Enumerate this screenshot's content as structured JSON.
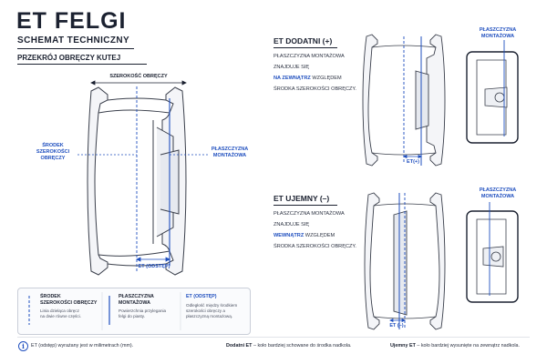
{
  "header": {
    "title": "ET FELGI",
    "subtitle": "SCHEMAT TECHNICZNY",
    "section": "PRZEKRÓJ OBRĘCZY KUTEJ"
  },
  "main_diagram": {
    "width_label": "SZEROKOŚĆ OBRĘCZY",
    "center_label": "ŚRODEK\nSZEROKOŚCI\nOBRĘCZY",
    "mount_label": "PŁASZCZYZNA\nMONTAŻOWA",
    "et_label": "ET (ODSTĘP)"
  },
  "positive": {
    "heading": "ET DODATNI (+)",
    "line1": "PŁASZCZYZNA MONTAŻOWA",
    "line2": "ZNAJDUJE SIĘ",
    "line3_blue": "NA ZEWNĄTRZ",
    "line3_rest": " WZGLĘDEM",
    "line4": "ŚRODKA SZEROKOŚCI OBRĘCZY.",
    "et_label": "ET(+)",
    "thumb_label": "PŁASZCZYZNA\nMONTAŻOWA"
  },
  "negative": {
    "heading": "ET UJEMNY (–)",
    "line1": "PŁASZCZYZNA MONTAŻOWA",
    "line2": "ZNAJDUJE SIĘ",
    "line3_blue": "WEWNĄTRZ",
    "line3_rest": " WZGLĘDEM",
    "line4": "ŚRODKA SZEROKOŚCI OBRĘCZY.",
    "et_label": "ET (–)",
    "thumb_label": "PŁASZCZYZNA\nMONTAŻOWA"
  },
  "legend": [
    {
      "head": "ŚRODEK\nSZEROKOŚCI OBRĘCZY",
      "text": "Linia dzieląca obręcz\nna dwie równe części.",
      "color": "dark",
      "icon": "dashed-line-icon"
    },
    {
      "head": "PŁASZCZYZNA\nMONTAŻOWA",
      "text": "Powierzchnia przylegania\nfelgi do piasty.",
      "color": "dark",
      "icon": "solid-line-icon"
    },
    {
      "head": "ET (ODSTĘP)",
      "text": "Odległość między środkiem\nszerokości obręczy a\npłaszczyzną montażową.",
      "color": "blue",
      "icon": "offset-icon"
    }
  ],
  "footer": {
    "info": "ET (odstęp) wyrażany jest w milimetrach (mm).",
    "positive_b": "Dodatni ET",
    "positive_rest": " – koło bardziej schowane do środka nadkola.",
    "negative_b": "Ujemny ET",
    "negative_rest": " – koło bardziej wysunięte na zewnątrz nadkola."
  },
  "colors": {
    "accent": "#1f4fbf",
    "ink": "#1b2130",
    "line": "#3a3f4b"
  }
}
